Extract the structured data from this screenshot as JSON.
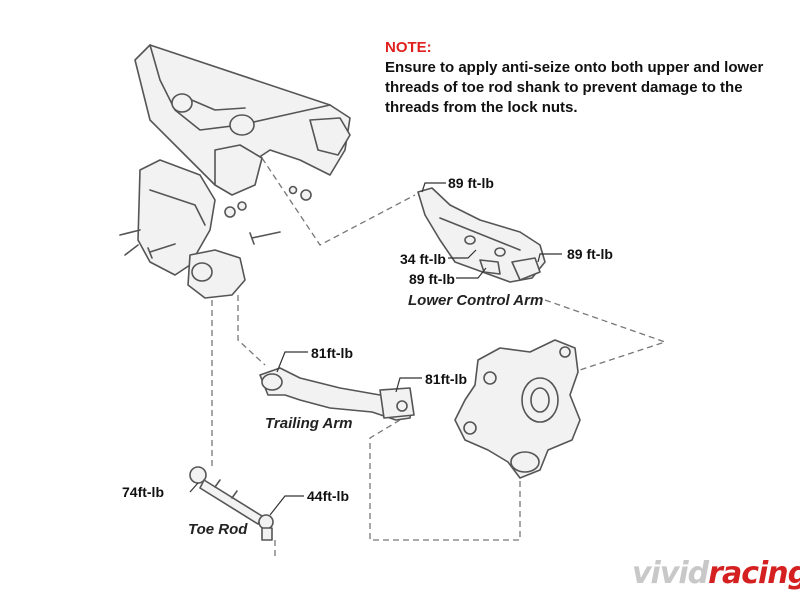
{
  "note": {
    "title": "NOTE:",
    "body": "Ensure to apply anti-seize onto both upper and lower threads of toe rod shank to prevent damage to the threads from the lock nuts."
  },
  "torque_labels": {
    "lca_upper": "89 ft-lb",
    "lca_right": "89 ft-lb",
    "lca_left_top": "34 ft-lb",
    "lca_left_bottom": "89 ft-lb",
    "trailing_top": "81ft-lb",
    "trailing_right": "81ft-lb",
    "toe_left": "74ft-lb",
    "toe_right": "44ft-lb"
  },
  "parts": {
    "lower_control_arm": "Lower Control Arm",
    "trailing_arm": "Trailing Arm",
    "toe_rod": "Toe Rod"
  },
  "watermark": {
    "text": "vividracing",
    "colors": [
      "#c8c8c8",
      "#d42020"
    ]
  }
}
